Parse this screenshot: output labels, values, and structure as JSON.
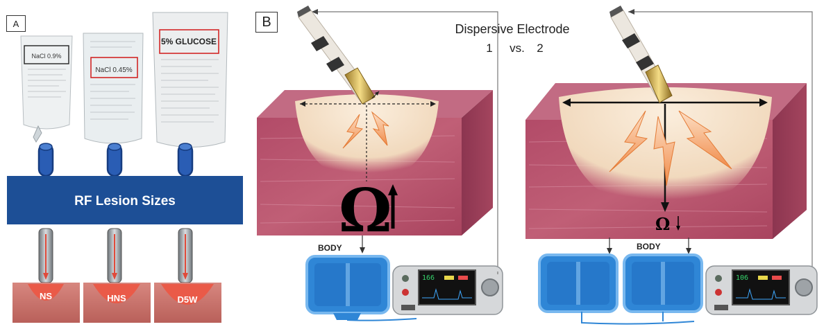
{
  "panels": {
    "a": {
      "label": "A",
      "bags": [
        {
          "label": "NaCl 0.9%",
          "highlight": "#222222"
        },
        {
          "label": "NaCl 0.45%",
          "highlight": "#d22626"
        },
        {
          "label": "5% GLUCOSE",
          "highlight": "#d22626"
        }
      ],
      "banner_text": "RF Lesion Sizes",
      "lesions": [
        "NS",
        "HNS",
        "D5W"
      ],
      "colors": {
        "banner": "#1d4f96",
        "connector": "#1f4a9a",
        "tissue": "#c8706a",
        "lesion": "#ea5a48"
      }
    },
    "b": {
      "label": "B",
      "title_line1": "Dispersive Electrode",
      "title_line2_left": "1",
      "title_line2_mid": "vs.",
      "title_line2_right": "2",
      "left": {
        "omega": "Ω",
        "body_label": "BODY",
        "monitor_readout": "166"
      },
      "right": {
        "omega": "Ω",
        "body_label": "BODY",
        "monitor_readout": "106"
      },
      "colors": {
        "tissue": "#b5566e",
        "lesion": "#f2dcc2",
        "pad": "#2f86d6",
        "lightning": "#f39a5c"
      }
    }
  }
}
